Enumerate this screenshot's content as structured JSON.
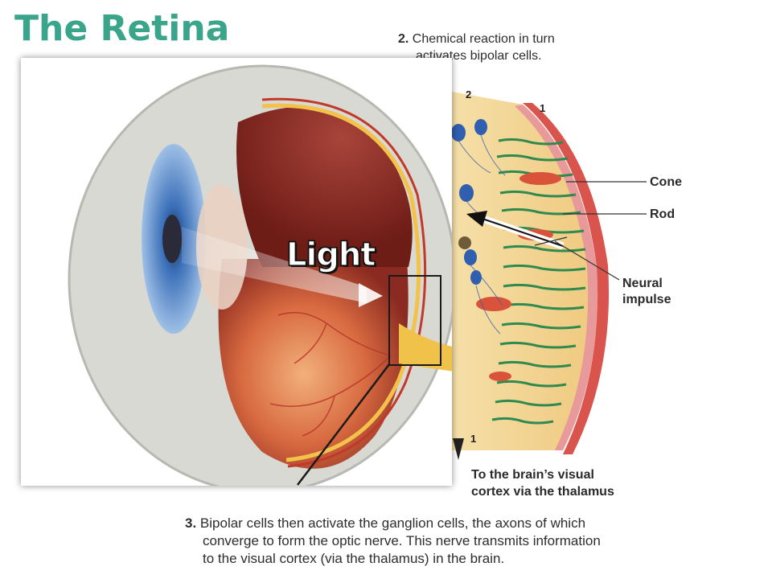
{
  "title": "The Retina",
  "step2": {
    "number": "2.",
    "line1": "Chemical reaction in turn",
    "line2": "activates bipolar cells."
  },
  "step3": {
    "number": "3.",
    "line1": "Bipolar cells then activate the ganglion cells, the axons of which",
    "line2": "converge to form the optic nerve. This nerve transmits information",
    "line3": "to the visual cortex (via the thalamus) in the brain."
  },
  "labels": {
    "cone": "Cone",
    "rod": "Rod",
    "neural_line1": "Neural",
    "neural_line2": "impulse",
    "brain_line1": "To the brain’s visual",
    "brain_line2": "cortex via the thalamus",
    "num_2": "2",
    "num_1_top": "1",
    "num_1_bottom": "1",
    "light": "Light"
  },
  "colors": {
    "title": "#3aa58a",
    "retina_tissue": "#f3d79a",
    "rod_cells": "#2e8a4e",
    "cone_cells": "#d9533a",
    "bipolar_cells": "#2f5fae",
    "eye_interior": "#8c2a22",
    "iris": "#4a7fc4"
  }
}
